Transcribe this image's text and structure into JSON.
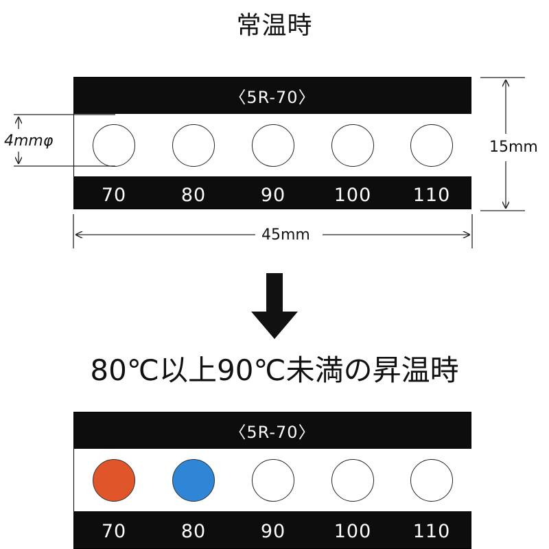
{
  "headings": {
    "top": "常温時",
    "bottom": "80℃以上90℃未満の昇温時"
  },
  "label_top": {
    "model": "〈5R-70〉",
    "temperatures": [
      "70",
      "80",
      "90",
      "100",
      "110"
    ],
    "dot_colors": [
      "#ffffff",
      "#ffffff",
      "#ffffff",
      "#ffffff",
      "#ffffff"
    ]
  },
  "label_bottom": {
    "model": "〈5R-70〉",
    "temperatures": [
      "70",
      "80",
      "90",
      "100",
      "110"
    ],
    "dot_colors": [
      "#e0562a",
      "#2f86d6",
      "#ffffff",
      "#ffffff",
      "#ffffff"
    ]
  },
  "dimensions": {
    "dot_diameter": "4mmφ",
    "height": "15mm",
    "width": "45mm"
  },
  "colors": {
    "band": "#0d0d0d",
    "changed_70": "#e0562a",
    "changed_80": "#2f86d6"
  }
}
